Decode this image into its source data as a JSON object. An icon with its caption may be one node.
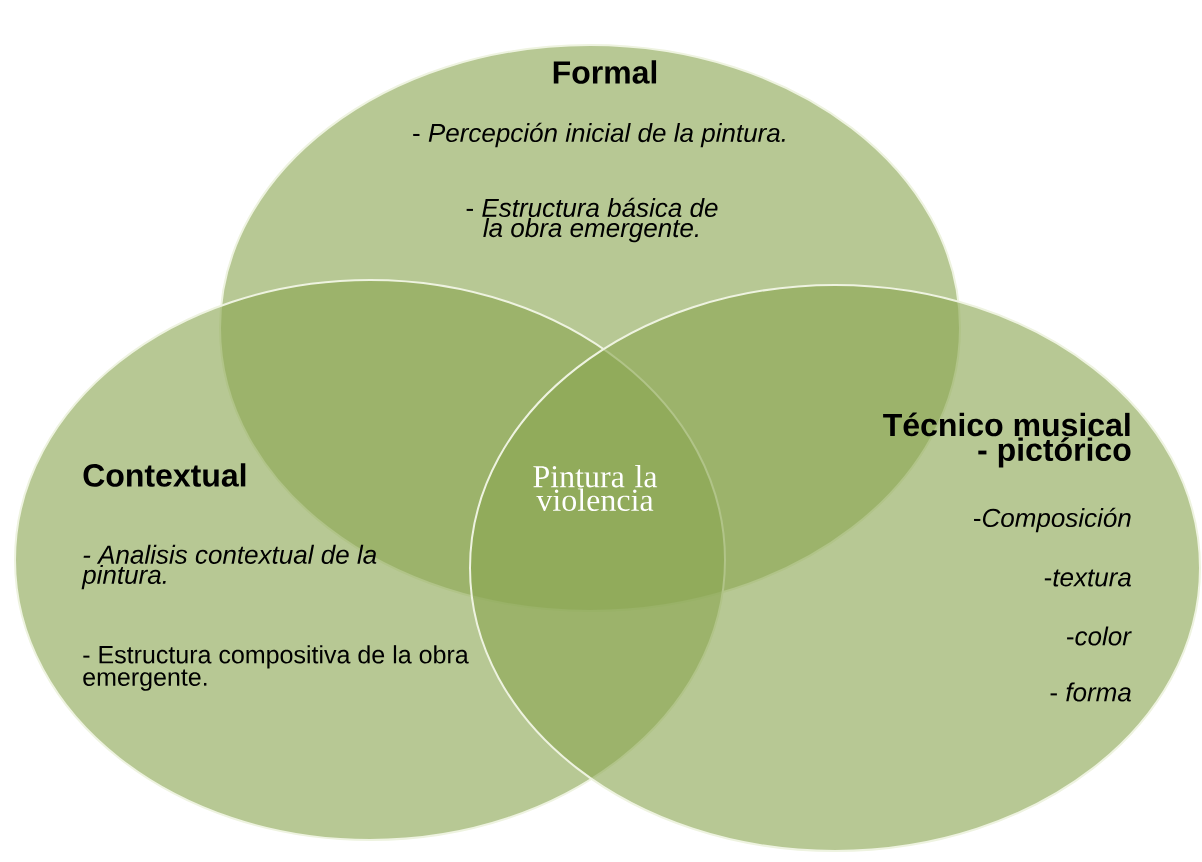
{
  "diagram": {
    "nodes": [
      {
        "text": [
          "Formal",
          "- *Percepción inicial de la pintura.*",
          "- *Estructura básica de la obra emergente.*"
        ]
      },
      {
        "text": [
          "Contextual",
          "*- Analisis contextual de la pintura.*",
          "- Estructura compositiva de la obra emergente."
        ]
      },
      {
        "text": [
          "Técnico musical - pictórico",
          "-*Composición*",
          "-*textura*",
          "-*color*",
          "- *forma*"
        ]
      }
    ],
    "labels": [
      "Pintura la violencia"
    ]
  }
}
